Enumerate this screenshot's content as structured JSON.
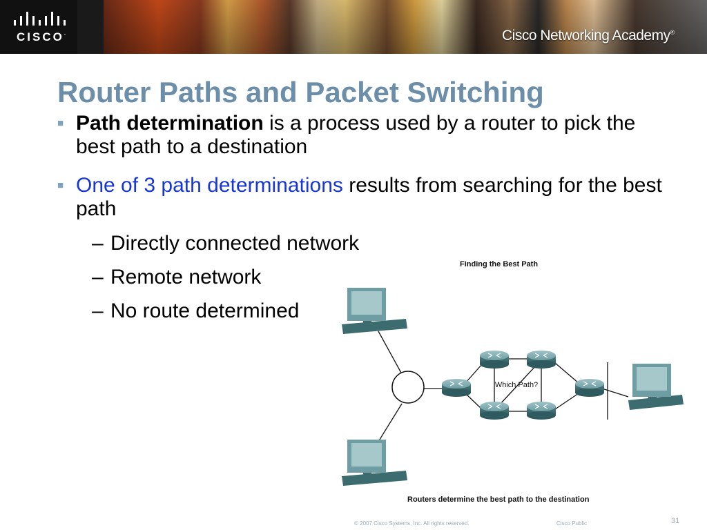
{
  "header": {
    "logo_text": "CISCO",
    "logo_mark": ".",
    "academy_text": "Cisco Networking Academy",
    "academy_mark": "®"
  },
  "slide": {
    "title": "Router Paths and Packet Switching",
    "bullets": [
      {
        "bold": "Path determination",
        "rest": " is a process used by a router to pick the best path to a destination"
      },
      {
        "highlight": "One of 3 path determinations",
        "rest": " results from searching for the best path"
      }
    ],
    "sub_items": [
      "Directly connected network",
      "Remote network",
      "No route determined"
    ],
    "dash": "–"
  },
  "diagram": {
    "caption_top": "Finding the Best Path",
    "center_label": "Which Path?",
    "caption_bottom": "Routers determine the best path to the destination"
  },
  "footer": {
    "copyright": "© 2007 Cisco Systems, Inc. All rights reserved.",
    "classification": "Cisco Public",
    "page_number": "31"
  }
}
